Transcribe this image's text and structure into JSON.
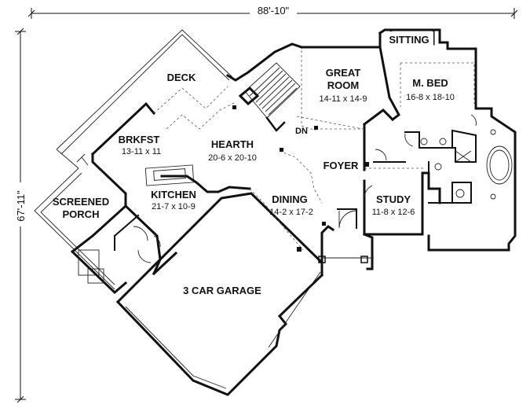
{
  "dimensions": {
    "width": "88'-10\"",
    "depth": "67'-11\""
  },
  "rooms": {
    "sitting": {
      "name": "SITTING"
    },
    "deck": {
      "name": "DECK"
    },
    "great_room": {
      "name_line1": "GREAT",
      "name_line2": "ROOM",
      "size": "14-11 x 14-9"
    },
    "master_bed": {
      "name": "M. BED",
      "size": "16-8 x 18-10"
    },
    "breakfast": {
      "name": "BRKFST",
      "size": "13-11 x 11"
    },
    "hearth": {
      "name": "HEARTH",
      "size": "20-6 x 20-10"
    },
    "foyer": {
      "name": "FOYER"
    },
    "kitchen": {
      "name": "KITCHEN",
      "size": "21-7 x 10-9"
    },
    "dining": {
      "name": "DINING",
      "size": "14-2 x 17-2"
    },
    "study": {
      "name": "STUDY",
      "size": "11-8 x 12-6"
    },
    "screened_porch": {
      "name_line1": "SCREENED",
      "name_line2": "PORCH"
    },
    "garage": {
      "name": "3 CAR GARAGE"
    }
  },
  "stair_label": "DN"
}
